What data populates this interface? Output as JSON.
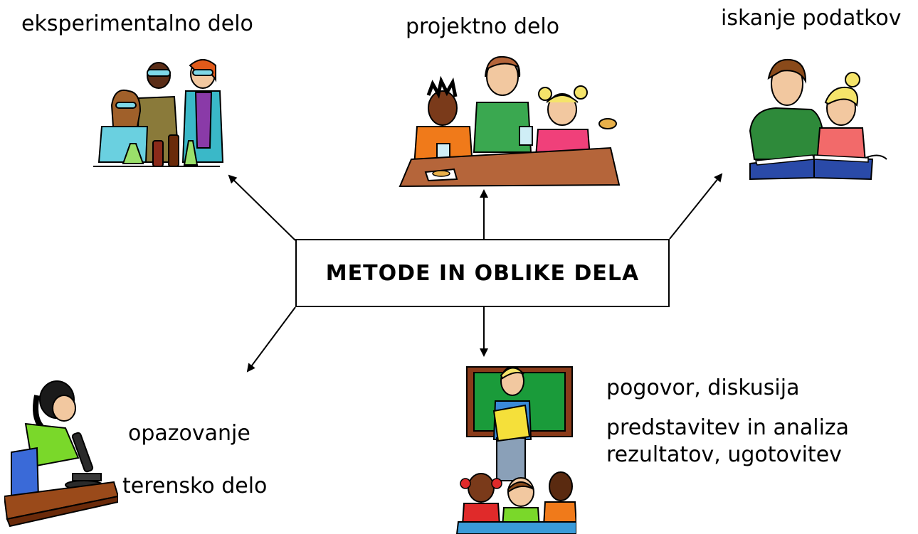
{
  "center": {
    "title": "METODE IN OBLIKE DELA"
  },
  "methods": {
    "experimental": "eksperimentalno delo",
    "project": "projektno delo",
    "research": "iskanje podatkov",
    "observation": "opazovanje",
    "fieldwork": "terensko delo",
    "discussion": "pogovor, diskusija",
    "presentation_line1": "predstavitev in analiza",
    "presentation_line2": "rezultatov, ugotovitev"
  },
  "icons": [
    "scientists-lab-clipart",
    "group-project-clipart",
    "reading-book-clipart",
    "microscope-girl-clipart",
    "presentation-classroom-clipart"
  ],
  "colors": {
    "line": "#000000",
    "board_green": "#1a9b3a",
    "board_frame": "#8a3b1a",
    "table_brown": "#b5653a"
  }
}
